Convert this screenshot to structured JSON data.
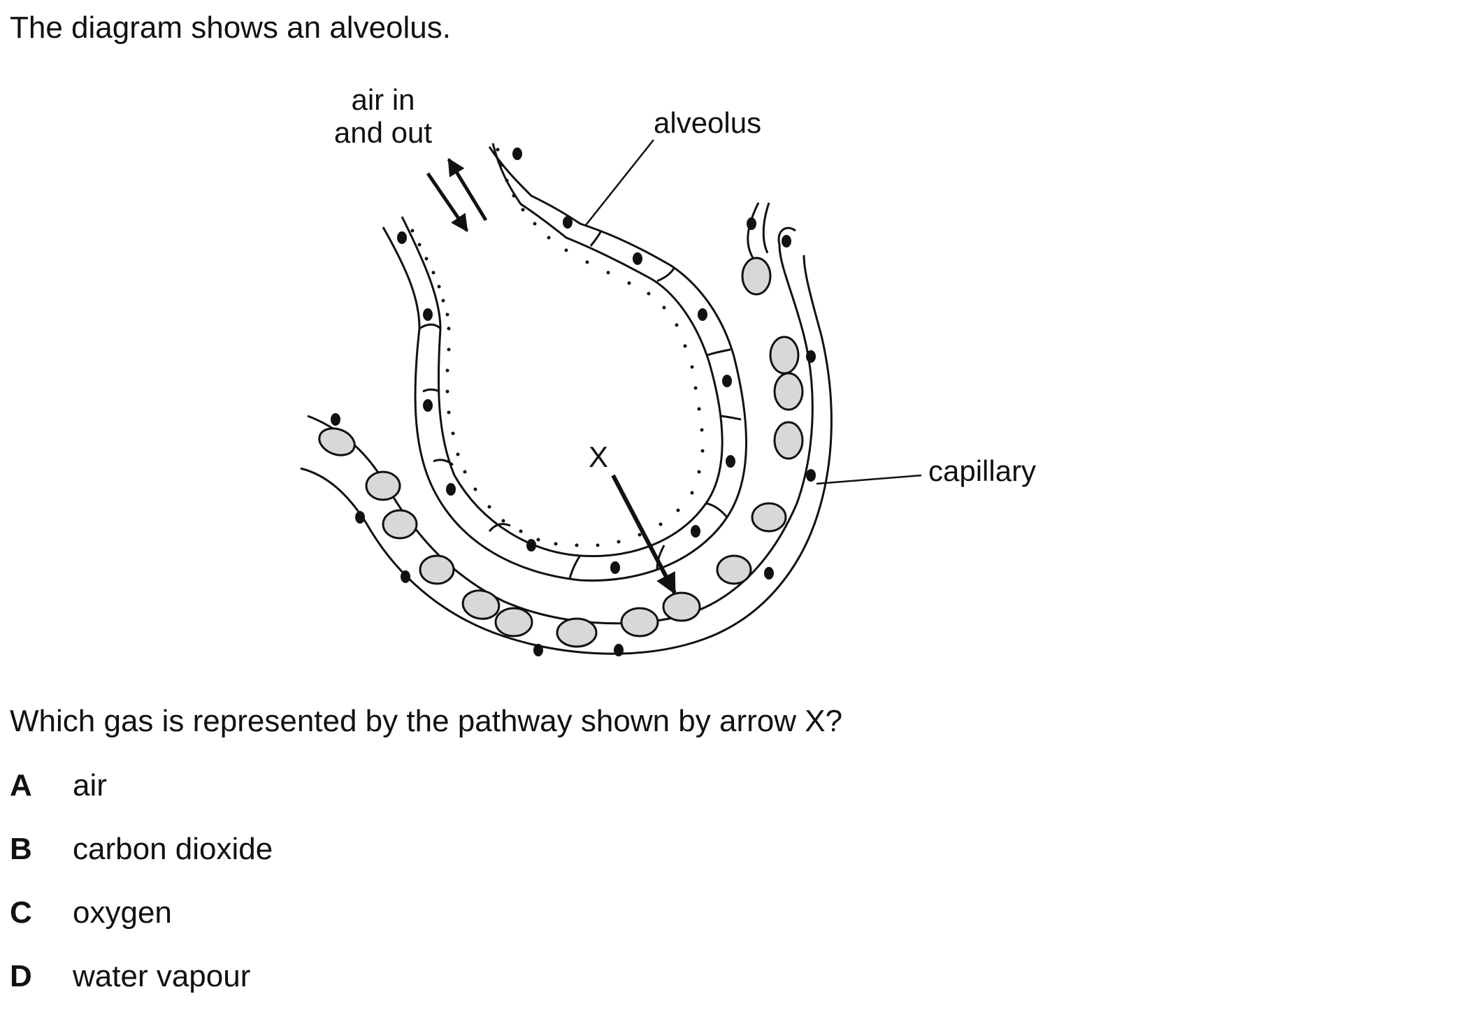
{
  "intro": "The diagram shows an alveolus.",
  "diagram": {
    "labels": {
      "air_line1": "air in",
      "air_line2": "and out",
      "alveolus": "alveolus",
      "capillary": "capillary",
      "arrow_x": "X"
    }
  },
  "question": "Which gas is represented by the pathway shown by arrow X?",
  "options": [
    {
      "letter": "A",
      "text": "air"
    },
    {
      "letter": "B",
      "text": "carbon dioxide"
    },
    {
      "letter": "C",
      "text": "oxygen"
    },
    {
      "letter": "D",
      "text": "water vapour"
    }
  ]
}
